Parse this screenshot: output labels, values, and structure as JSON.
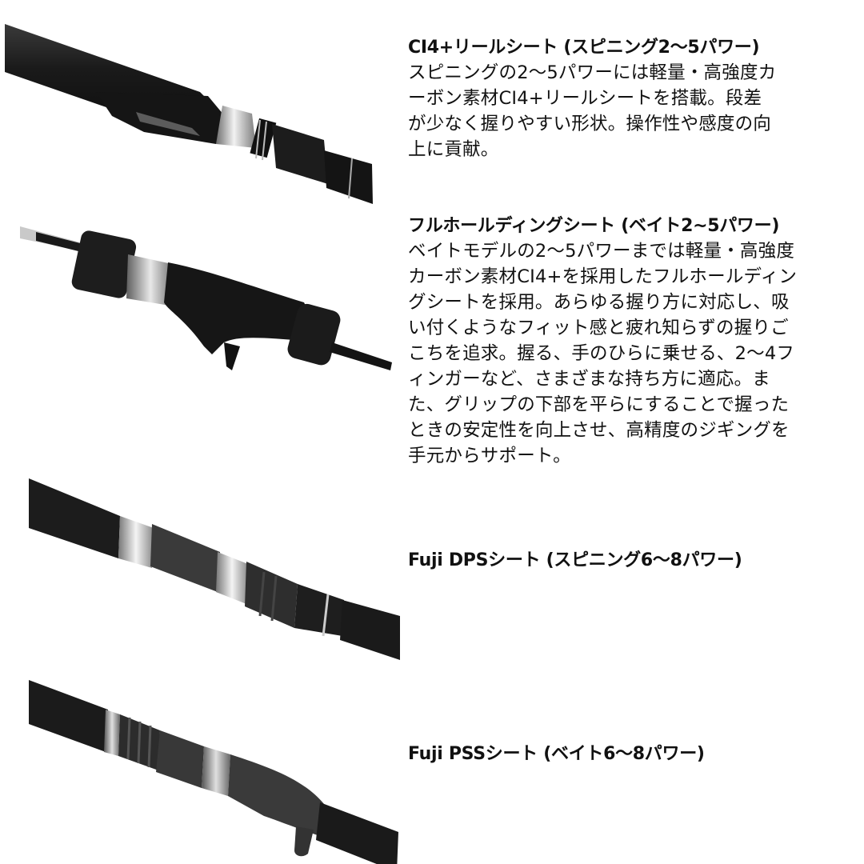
{
  "sections": [
    {
      "heading": "CI4+リールシート (スピニング2〜5パワー)",
      "body_lines": [
        "スピニングの2〜5パワーには軽量・高強度カ",
        "ーボン素材CI4+リールシートを搭載。段差",
        "が少なく握りやすい形状。操作性や感度の向",
        "上に貢献。"
      ],
      "image": "spinning-ci4-reel-seat-photo"
    },
    {
      "heading": "フルホールディングシート (ベイト2~5パワー)",
      "body_lines": [
        "ベイトモデルの2〜5パワーまでは軽量・高強度",
        "カーボン素材CI4+を採用したフルホールディン",
        "グシートを採用。あらゆる握り方に対応し、吸",
        "い付くようなフィット感と疲れ知らずの握りご",
        "こちを追求。握る、手のひらに乗せる、2〜4フ",
        "ィンガーなど、さまざまな持ち方に適応。ま",
        "た、グリップの下部を平らにすることで握った",
        "ときの安定性を向上させ、高精度のジギングを",
        "手元からサポート。"
      ],
      "image": "bait-full-holding-seat-photo"
    },
    {
      "heading": "Fuji DPSシート (スピニング6〜8パワー)",
      "body_lines": [],
      "image": "fuji-dps-seat-photo"
    },
    {
      "heading": "Fuji PSSシート (ベイト6〜8パワー)",
      "body_lines": [],
      "image": "fuji-pss-seat-photo"
    }
  ],
  "colors": {
    "background": "#ffffff",
    "text": "#111111",
    "rod_black": "#1b1b1b",
    "rod_gray": "#3c3c3c",
    "metal_silver": "#c8c8c8"
  }
}
